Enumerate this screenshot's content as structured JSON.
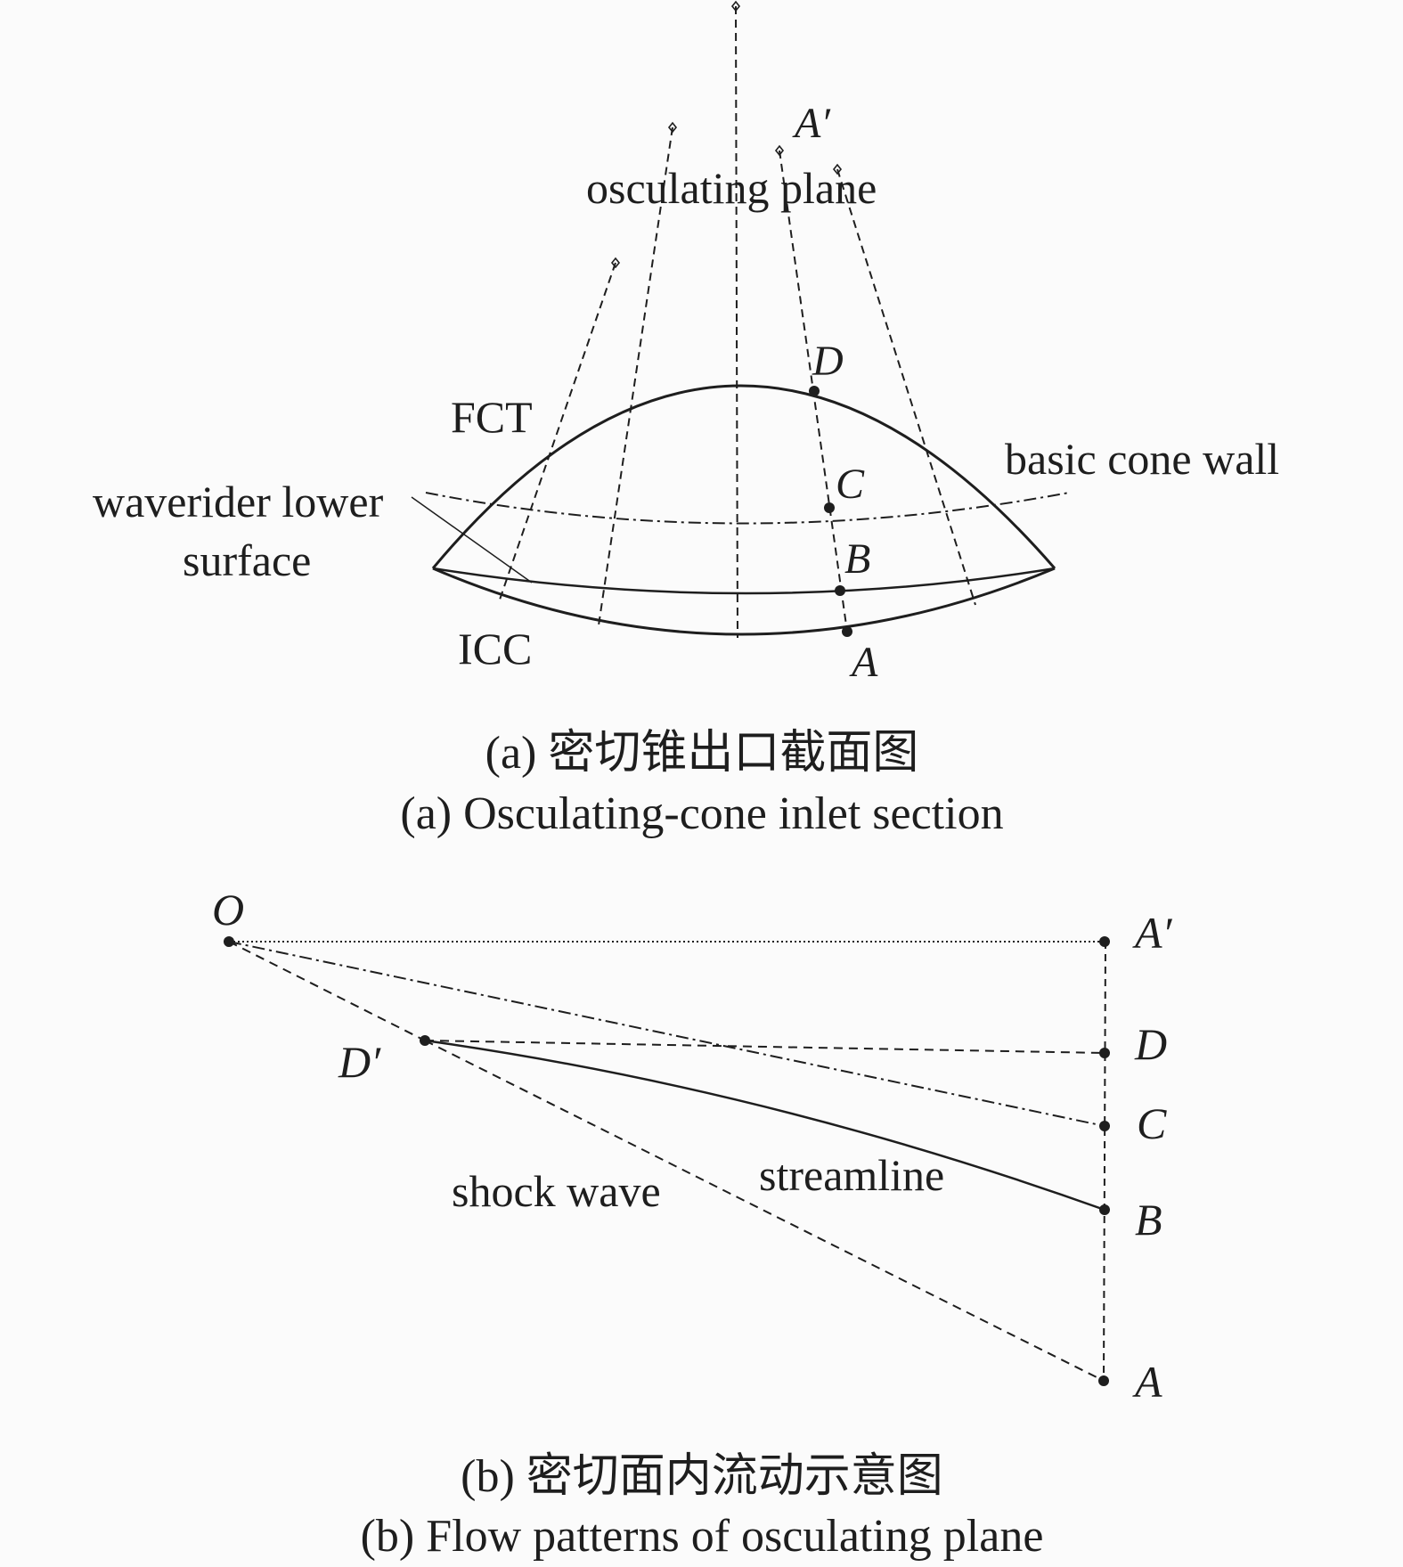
{
  "figure_a": {
    "labels": {
      "a_prime": "A′",
      "osculating_plane": "osculating plane",
      "D": "D",
      "FCT": "FCT",
      "basic_cone_wall": "basic cone wall",
      "C": "C",
      "waverider_lower_1": "waverider lower",
      "waverider_lower_2": "surface",
      "B": "B",
      "ICC": "ICC",
      "A": "A"
    },
    "caption_cn": "(a) 密切锥出口截面图",
    "caption_en": "(a) Osculating-cone inlet section"
  },
  "figure_b": {
    "labels": {
      "O": "O",
      "A_prime": "A′",
      "D_prime": "D′",
      "D": "D",
      "C": "C",
      "B": "B",
      "A": "A",
      "shock_wave": "shock wave",
      "streamline": "streamline"
    },
    "caption_cn": "(b) 密切面内流动示意图",
    "caption_en": "(b) Flow patterns of osculating plane"
  }
}
